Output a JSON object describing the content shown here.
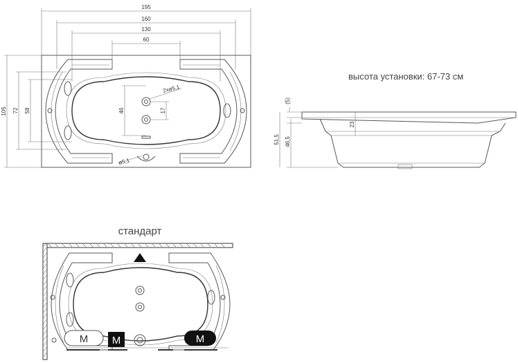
{
  "top_view": {
    "dims": {
      "width_195": "195",
      "width_160": "160",
      "width_130": "130",
      "width_60": "60",
      "height_105": "105",
      "height_72": "72",
      "height_58": "58",
      "height_46": "46",
      "height_17": "17",
      "nozzle_pair": "2xø5,1",
      "drain": "ø5,1"
    }
  },
  "side_view": {
    "install_height_label": "высота установки: 67-73 см",
    "dims": {
      "rim_5": "(5)",
      "depth_23": "23",
      "h_46_5": "46,5",
      "h_51_5": "51,5"
    }
  },
  "bottom_view": {
    "title": "стандарт",
    "markers": [
      "M",
      "M",
      "M"
    ]
  }
}
